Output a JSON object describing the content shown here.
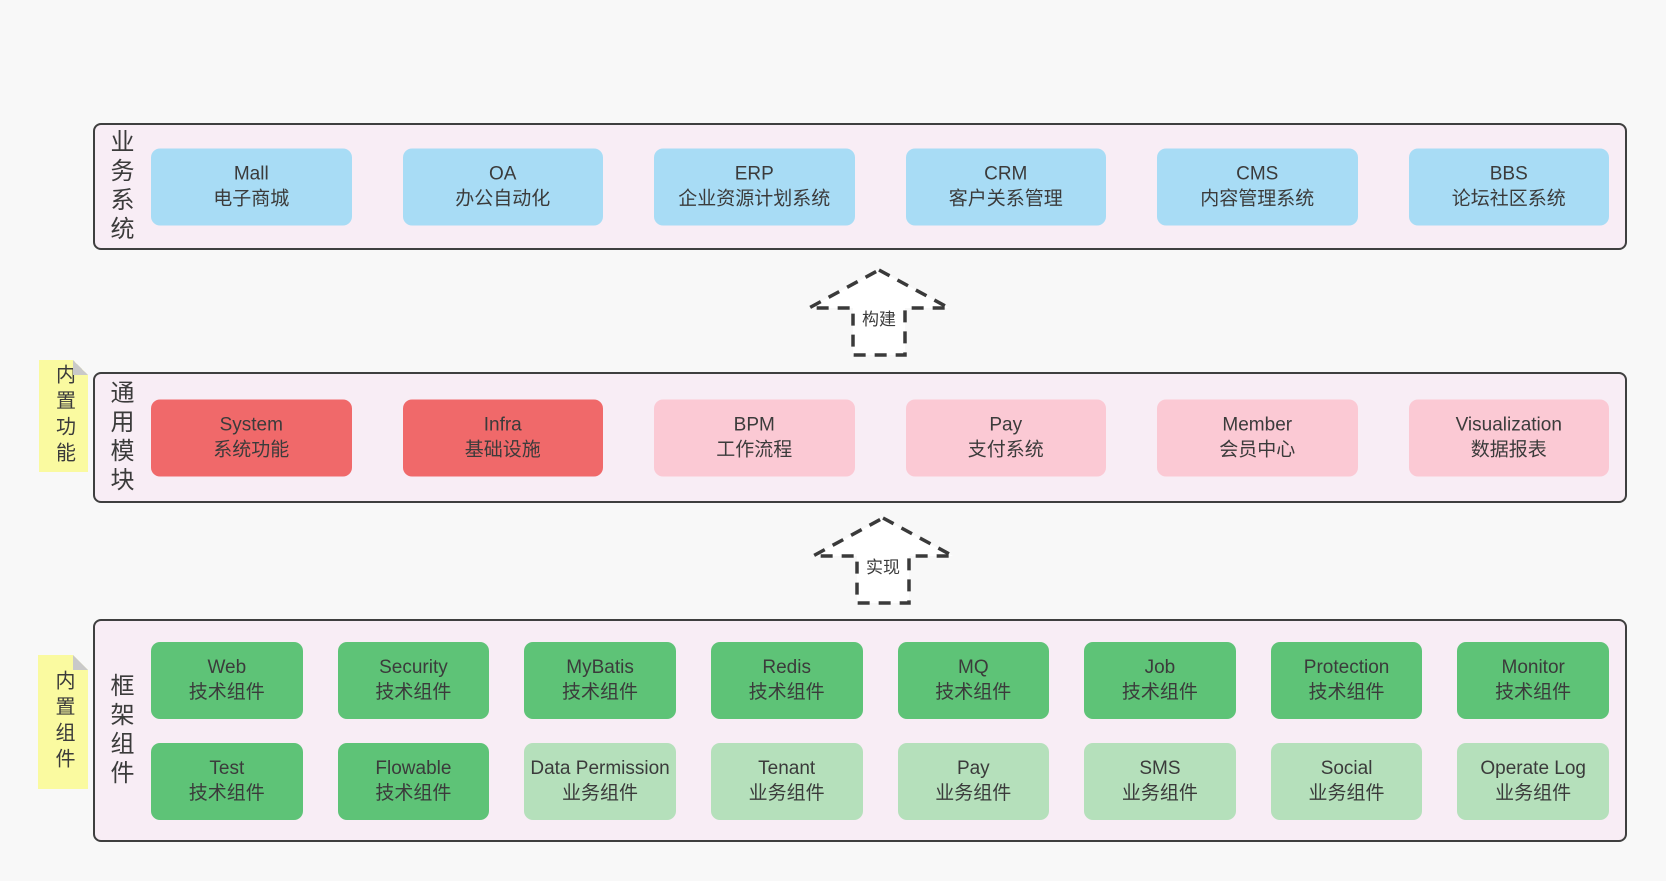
{
  "colors": {
    "page_bg": "#f8f8f8",
    "layer_bg": "#f8edf5",
    "layer_border": "#3f3f3f",
    "text": "#3b3b3b",
    "blue": "#a8dcf5",
    "red": "#f0696a",
    "pink": "#fbc9d4",
    "green": "#5ec377",
    "lightgreen": "#b5e0bb",
    "note_yellow": "#fafaa0",
    "note_fold_gray": "#c9c9c9",
    "arrow_stroke": "#3a3a3a",
    "arrow_fill": "#ffffff"
  },
  "layers": [
    {
      "label": "业务系统",
      "rows": [
        [
          {
            "title": "Mall",
            "subtitle": "电子商城",
            "color": "blue"
          },
          {
            "title": "OA",
            "subtitle": "办公自动化",
            "color": "blue"
          },
          {
            "title": "ERP",
            "subtitle": "企业资源计划系统",
            "color": "blue"
          },
          {
            "title": "CRM",
            "subtitle": "客户关系管理",
            "color": "blue"
          },
          {
            "title": "CMS",
            "subtitle": "内容管理系统",
            "color": "blue"
          },
          {
            "title": "BBS",
            "subtitle": "论坛社区系统",
            "color": "blue"
          }
        ]
      ]
    },
    {
      "label": "通用模块",
      "note": "内置功能",
      "rows": [
        [
          {
            "title": "System",
            "subtitle": "系统功能",
            "color": "red"
          },
          {
            "title": "Infra",
            "subtitle": "基础设施",
            "color": "red"
          },
          {
            "title": "BPM",
            "subtitle": "工作流程",
            "color": "pink"
          },
          {
            "title": "Pay",
            "subtitle": "支付系统",
            "color": "pink"
          },
          {
            "title": "Member",
            "subtitle": "会员中心",
            "color": "pink"
          },
          {
            "title": "Visualization",
            "subtitle": "数据报表",
            "color": "pink"
          }
        ]
      ]
    },
    {
      "label": "框架组件",
      "note": "内置组件",
      "rows": [
        [
          {
            "title": "Web",
            "subtitle": "技术组件",
            "color": "green"
          },
          {
            "title": "Security",
            "subtitle": "技术组件",
            "color": "green"
          },
          {
            "title": "MyBatis",
            "subtitle": "技术组件",
            "color": "green"
          },
          {
            "title": "Redis",
            "subtitle": "技术组件",
            "color": "green"
          },
          {
            "title": "MQ",
            "subtitle": "技术组件",
            "color": "green"
          },
          {
            "title": "Job",
            "subtitle": "技术组件",
            "color": "green"
          },
          {
            "title": "Protection",
            "subtitle": "技术组件",
            "color": "green"
          },
          {
            "title": "Monitor",
            "subtitle": "技术组件",
            "color": "green"
          }
        ],
        [
          {
            "title": "Test",
            "subtitle": "技术组件",
            "color": "green"
          },
          {
            "title": "Flowable",
            "subtitle": "技术组件",
            "color": "green"
          },
          {
            "title": "Data Permission",
            "subtitle": "业务组件",
            "color": "lightgreen"
          },
          {
            "title": "Tenant",
            "subtitle": "业务组件",
            "color": "lightgreen"
          },
          {
            "title": "Pay",
            "subtitle": "业务组件",
            "color": "lightgreen"
          },
          {
            "title": "SMS",
            "subtitle": "业务组件",
            "color": "lightgreen"
          },
          {
            "title": "Social",
            "subtitle": "业务组件",
            "color": "lightgreen"
          },
          {
            "title": "Operate Log",
            "subtitle": "业务组件",
            "color": "lightgreen"
          }
        ]
      ]
    }
  ],
  "arrows": [
    {
      "label": "构建"
    },
    {
      "label": "实现"
    }
  ]
}
